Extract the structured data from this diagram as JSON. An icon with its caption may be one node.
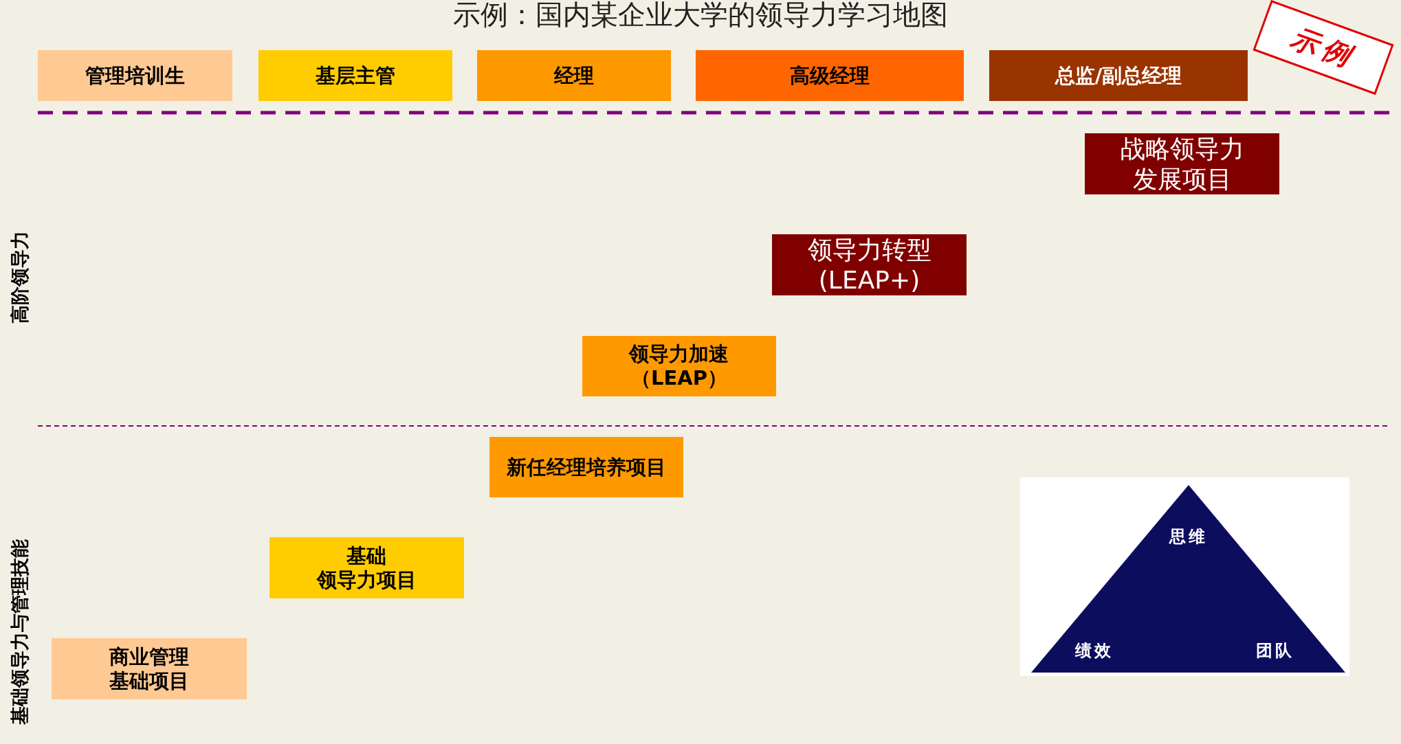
{
  "diagram": {
    "title": "示例：国内某企业大学的领导力学习地图",
    "nodes": [
      {
        "text": [
          "管理培训生"
        ]
      },
      {
        "text": [
          "基层主管"
        ]
      },
      {
        "text": [
          "经理"
        ]
      },
      {
        "text": [
          "高级经理"
        ]
      },
      {
        "text": [
          "总监/副总经理"
        ]
      },
      {
        "text": [
          "示例"
        ]
      },
      {
        "text": [
          "战略领导力发展项目"
        ]
      },
      {
        "text": [
          "领导力转型(LEAP+)"
        ]
      },
      {
        "text": [
          "领导力加速（LEAP）"
        ]
      },
      {
        "text": [
          "新任经理培养项目"
        ]
      },
      {
        "text": [
          "基础领导力项目"
        ]
      },
      {
        "text": [
          "商业管理基础项目"
        ]
      },
      {
        "text": [
          "思维",
          "绩效",
          "团队"
        ]
      }
    ],
    "labels": [
      "高阶领导力",
      "基础领导力与管理技能"
    ]
  }
}
